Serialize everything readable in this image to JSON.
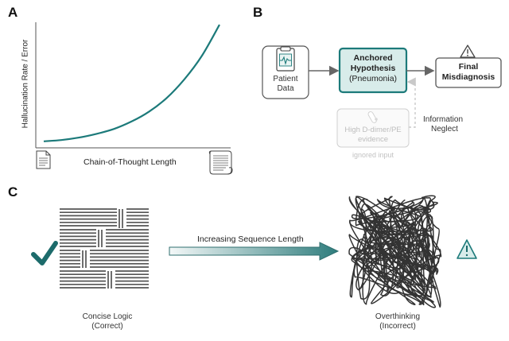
{
  "panels": {
    "a": {
      "letter": "A",
      "ylabel": "Hallucination Rate / Error",
      "xlabel": "Chain-of-Thought Length",
      "curve_color": "#1c7a7a",
      "chart_data": {
        "type": "line",
        "title": "",
        "xlabel": "Chain-of-Thought Length",
        "ylabel": "Hallucination Rate / Error",
        "x": [
          0,
          0.1,
          0.2,
          0.3,
          0.4,
          0.5,
          0.6,
          0.7,
          0.8,
          0.9,
          1.0
        ],
        "series": [
          {
            "values": [
              0.04,
              0.05,
              0.07,
              0.1,
              0.14,
              0.2,
              0.28,
              0.39,
              0.54,
              0.73,
              0.98
            ]
          }
        ],
        "xlim": [
          0,
          1
        ],
        "ylim": [
          0,
          1
        ],
        "grid": false
      }
    },
    "b": {
      "letter": "B",
      "patient_line1": "Patient",
      "patient_line2": "Data",
      "anchored_line1": "Anchored",
      "anchored_line2": "Hypothesis",
      "anchored_line3": "(Pneumonia)",
      "final_line1": "Final",
      "final_line2": "Misdiagnosis",
      "evidence_line1": "High D-dimer/PE",
      "evidence_line2": "evidence",
      "ignored_label": "ignored input",
      "neglect_line1": "Information",
      "neglect_line2": "Neglect",
      "accent_color": "#1c7a7a",
      "fill_color": "#d8ecea"
    },
    "c": {
      "letter": "C",
      "arrow_label": "Increasing Sequence Length",
      "concise_line1": "Concise Logic",
      "concise_line2": "(Correct)",
      "over_line1": "Overthinking",
      "over_line2": "(Incorrect)",
      "check_color": "#1c6b6b"
    }
  }
}
